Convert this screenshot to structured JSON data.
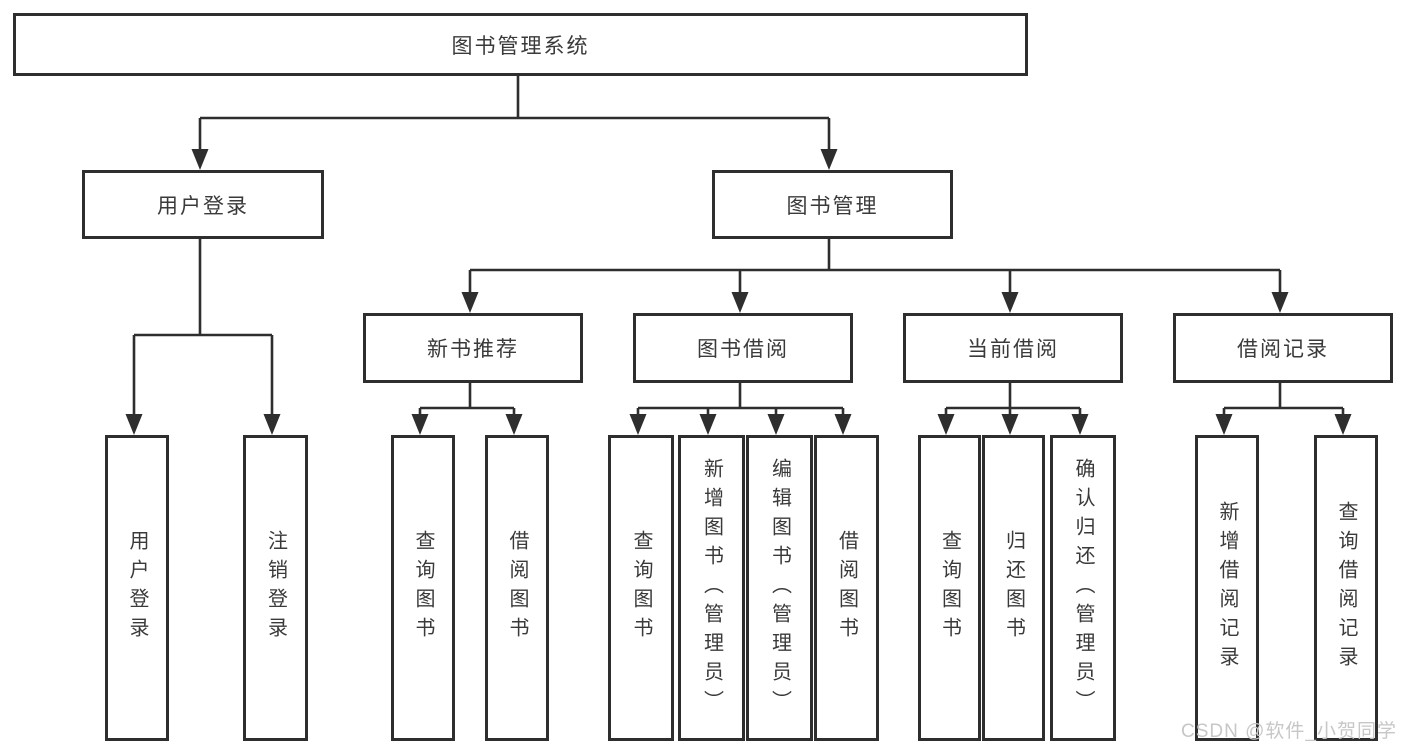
{
  "tree": {
    "label": "图书管理系统",
    "children": [
      {
        "label": "用户登录",
        "children": [
          {
            "label": "用户登录"
          },
          {
            "label": "注销登录"
          }
        ]
      },
      {
        "label": "图书管理",
        "children": [
          {
            "label": "新书推荐",
            "children": [
              {
                "label": "查询图书"
              },
              {
                "label": "借阅图书"
              }
            ]
          },
          {
            "label": "图书借阅",
            "children": [
              {
                "label": "查询图书"
              },
              {
                "label": "新增图书（管理员）"
              },
              {
                "label": "编辑图书（管理员）"
              },
              {
                "label": "借阅图书"
              }
            ]
          },
          {
            "label": "当前借阅",
            "children": [
              {
                "label": "查询图书"
              },
              {
                "label": "归还图书"
              },
              {
                "label": "确认归还（管理员）"
              }
            ]
          },
          {
            "label": "借阅记录",
            "children": [
              {
                "label": "新增借阅记录"
              },
              {
                "label": "查询借阅记录"
              }
            ]
          }
        ]
      }
    ]
  },
  "watermark": "CSDN @软件_小贺同学",
  "colors": {
    "line": "#2e2e2e",
    "border": "#2e2e2e",
    "text": "#3a3a3a",
    "watermark": "#c7c7ca",
    "background": "#ffffff"
  }
}
